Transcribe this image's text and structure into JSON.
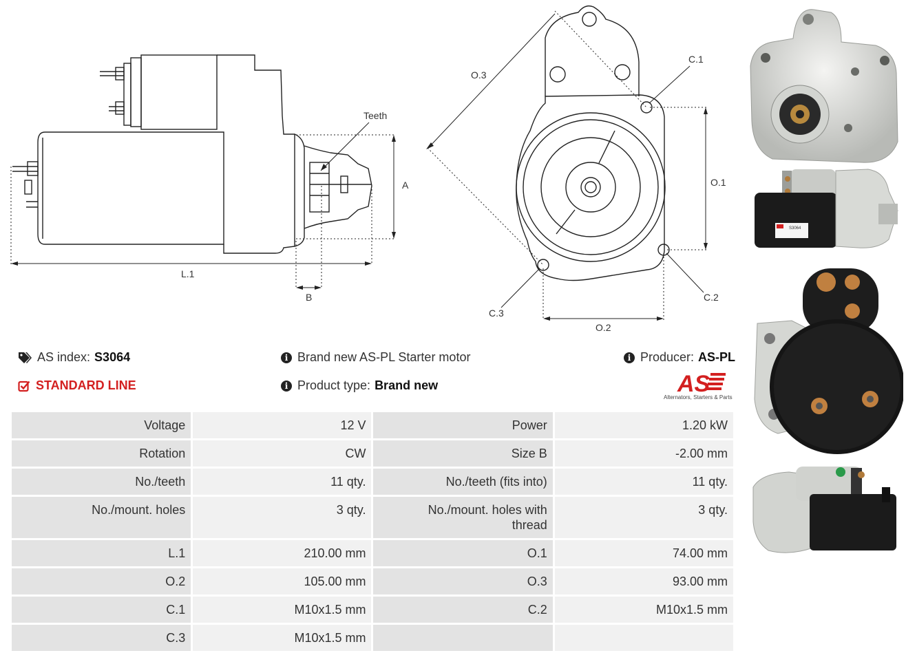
{
  "drawing": {
    "label_teeth": "Teeth",
    "label_a": "A",
    "label_b": "B",
    "label_l1": "L.1",
    "label_o1": "O.1",
    "label_o2": "O.2",
    "label_o3": "O.3",
    "label_c1": "C.1",
    "label_c2": "C.2",
    "label_c3": "C.3"
  },
  "info": {
    "as_index_label": "AS index:",
    "as_index_value": "S3064",
    "standard_line": "STANDARD LINE",
    "description": "Brand new AS-PL Starter motor",
    "product_type_label": "Product type:",
    "product_type_value": "Brand new",
    "producer_label": "Producer:",
    "producer_value": "AS-PL"
  },
  "logo": {
    "mark": "AS",
    "tagline": "Alternators, Starters & Parts",
    "color": "#d32020"
  },
  "specs": [
    [
      "Voltage",
      "12 V",
      "Power",
      "1.20 kW"
    ],
    [
      "Rotation",
      "CW",
      "Size B",
      "-2.00 mm"
    ],
    [
      "No./teeth",
      "11 qty.",
      "No./teeth (fits into)",
      "11 qty."
    ],
    [
      "No./mount. holes",
      "3 qty.",
      "No./mount. holes with thread",
      "3 qty."
    ],
    [
      "L.1",
      "210.00 mm",
      "O.1",
      "74.00 mm"
    ],
    [
      "O.2",
      "105.00 mm",
      "O.3",
      "93.00 mm"
    ],
    [
      "C.1",
      "M10x1.5 mm",
      "C.2",
      "M10x1.5 mm"
    ],
    [
      "C.3",
      "M10x1.5 mm",
      "",
      ""
    ]
  ],
  "photo_label": {
    "small_tag": "S3064"
  }
}
